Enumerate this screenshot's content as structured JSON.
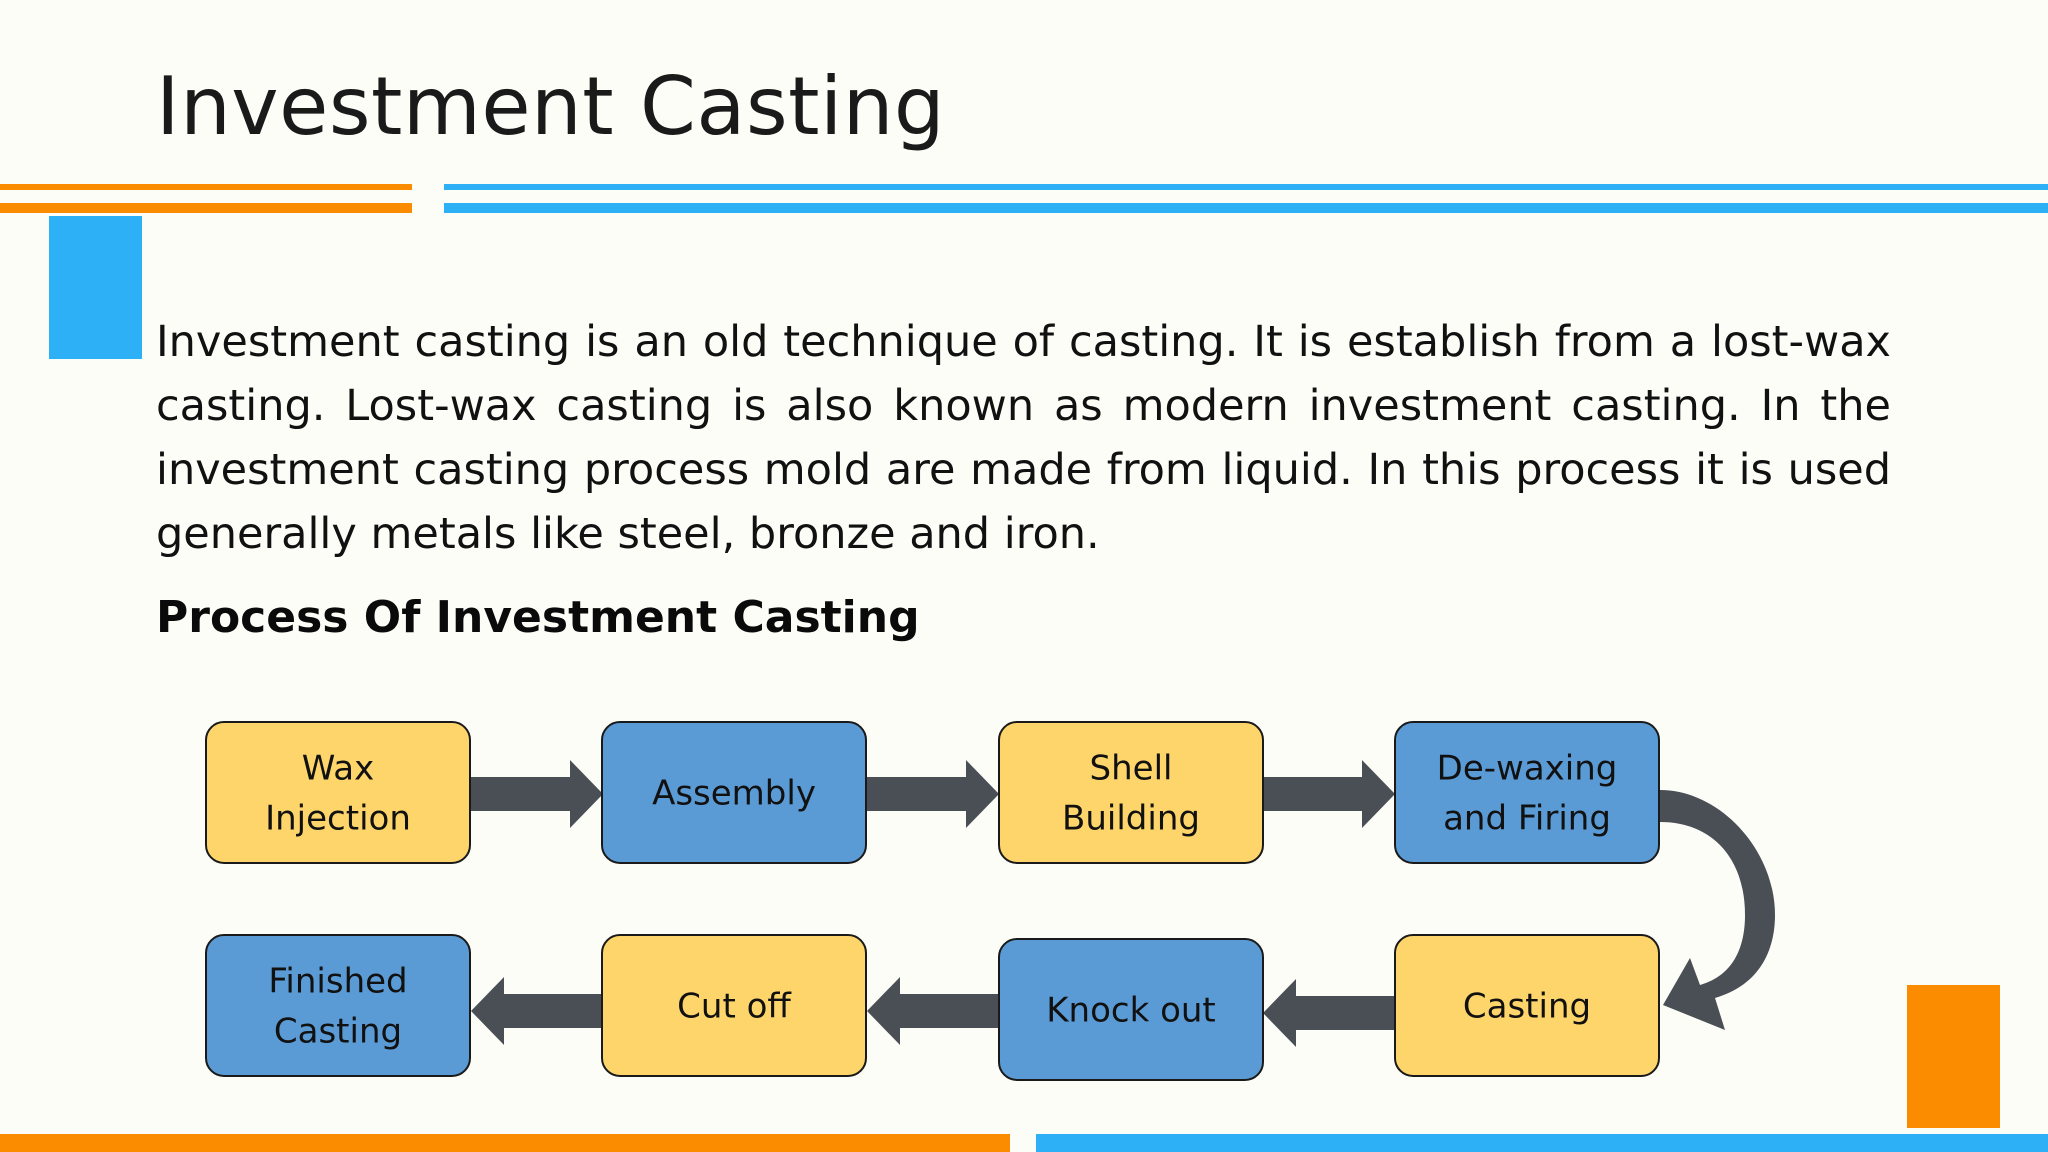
{
  "slide": {
    "title": "Investment Casting",
    "intro": "Investment casting is an old technique of casting. It is establish from a lost-wax casting. Lost-wax casting is also known as modern investment casting. In the investment casting process mold are made from liquid. In this process it is used generally metals like steel, bronze and iron.",
    "subheading": "Process Of Investment Casting"
  },
  "colors": {
    "accent_orange": "#fb8c00",
    "accent_blue": "#2eb0f6",
    "step_yellow": "#fdd56a",
    "step_blue": "#5b9bd5",
    "arrow_gray": "#4a4f55"
  },
  "process_steps": [
    {
      "id": "wax-injection",
      "lines": [
        "Wax",
        "Injection"
      ],
      "color": "yellow"
    },
    {
      "id": "assembly",
      "lines": [
        "Assembly"
      ],
      "color": "blue"
    },
    {
      "id": "shell-building",
      "lines": [
        "Shell",
        "Building"
      ],
      "color": "yellow"
    },
    {
      "id": "de-waxing-and-firing",
      "lines": [
        "De-waxing",
        "and Firing"
      ],
      "color": "blue"
    },
    {
      "id": "casting",
      "lines": [
        "Casting"
      ],
      "color": "yellow"
    },
    {
      "id": "knock-out",
      "lines": [
        "Knock out"
      ],
      "color": "blue"
    },
    {
      "id": "cut-off",
      "lines": [
        "Cut off"
      ],
      "color": "yellow"
    },
    {
      "id": "finished-casting",
      "lines": [
        "Finished",
        "Casting"
      ],
      "color": "blue"
    }
  ]
}
